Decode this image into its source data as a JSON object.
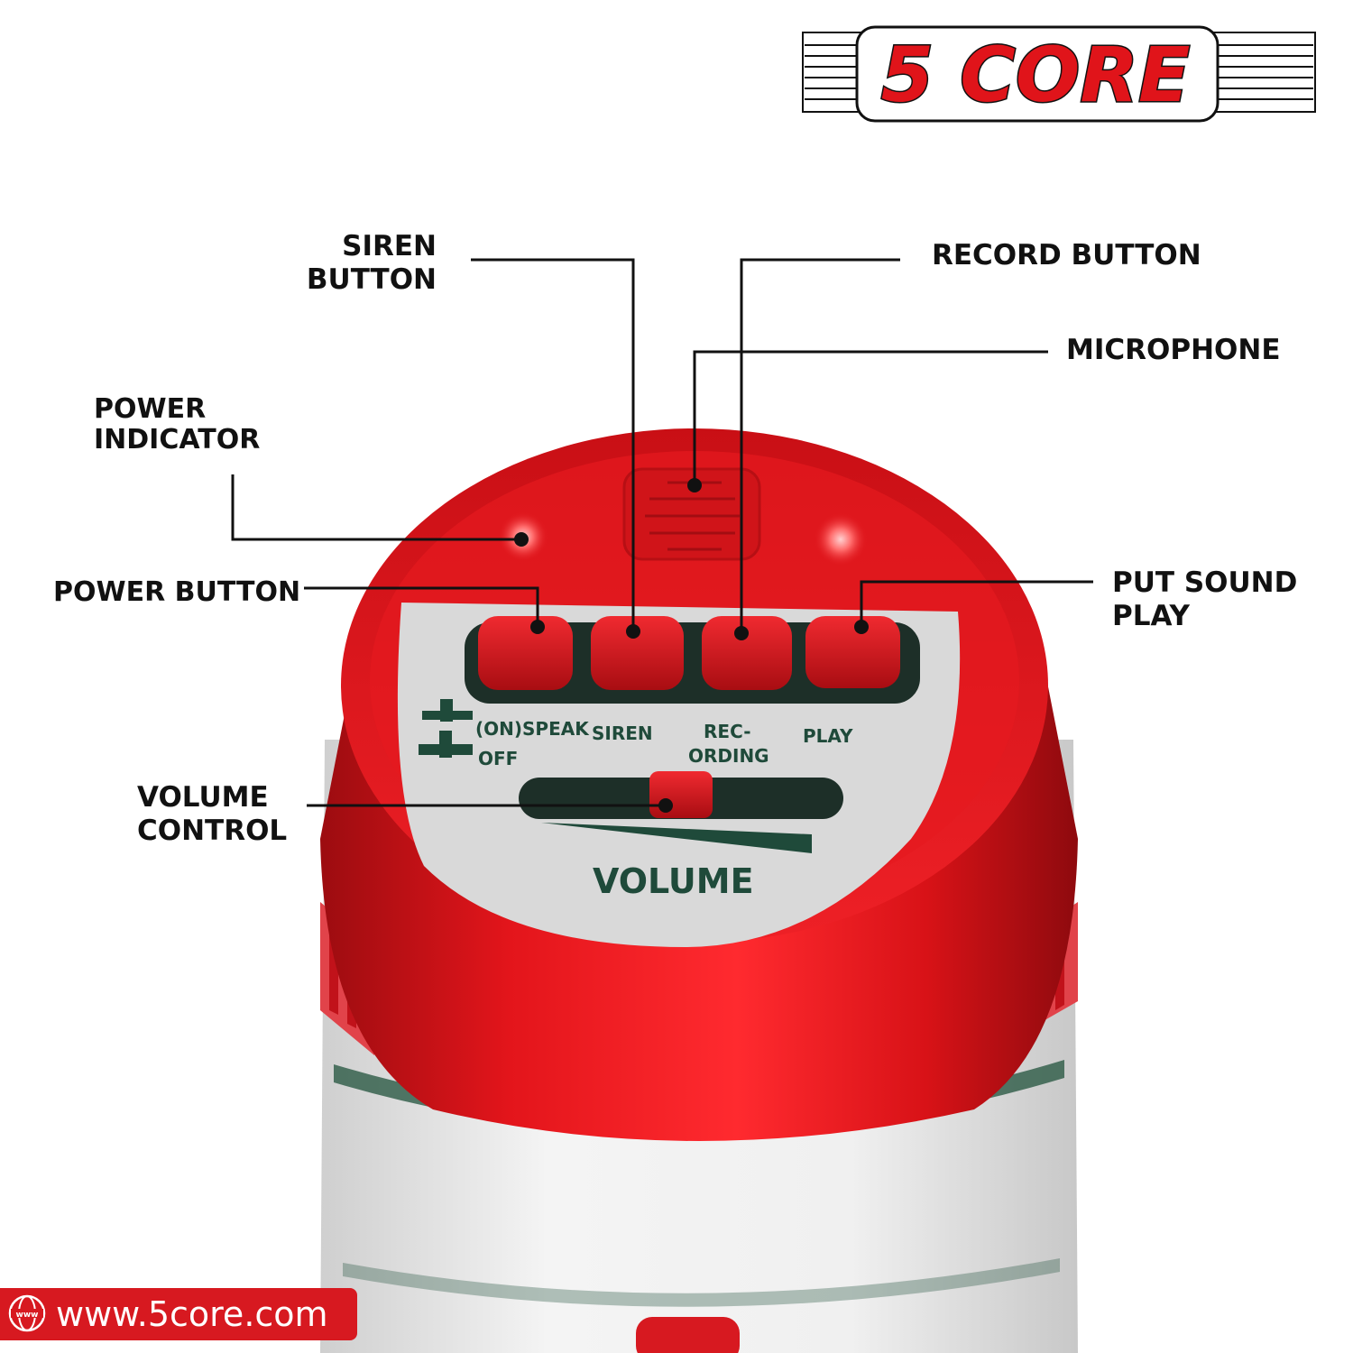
{
  "brand": {
    "logo_text": "5 CORE"
  },
  "callouts": {
    "siren_button": [
      "SIREN",
      "BUTTON"
    ],
    "record_button": [
      "RECORD BUTTON"
    ],
    "microphone": [
      "MICROPHONE"
    ],
    "power_indicator": [
      "POWER",
      "INDICATOR"
    ],
    "power_button": [
      "POWER BUTTON"
    ],
    "put_sound_play": [
      "PUT SOUND",
      "PLAY"
    ],
    "volume_control": [
      "VOLUME",
      "CONTROL"
    ]
  },
  "panel_labels": {
    "speak": "(ON)SPEAK",
    "off": "OFF",
    "siren": "SIREN",
    "recording_1": "REC-",
    "recording_2": "ORDING",
    "play": "PLAY",
    "volume": "VOLUME"
  },
  "website": {
    "url": "www.5core.com",
    "globe_text": "www"
  },
  "colors": {
    "brand_red": "#d71920",
    "device_red": "#e0141a",
    "panel_gray": "#d9d9d9",
    "label_green": "#1f4a3a",
    "leader_line": "#111111"
  },
  "icons": [
    "globe-icon",
    "speaker-grille-icon",
    "volume-ramp-icon"
  ]
}
